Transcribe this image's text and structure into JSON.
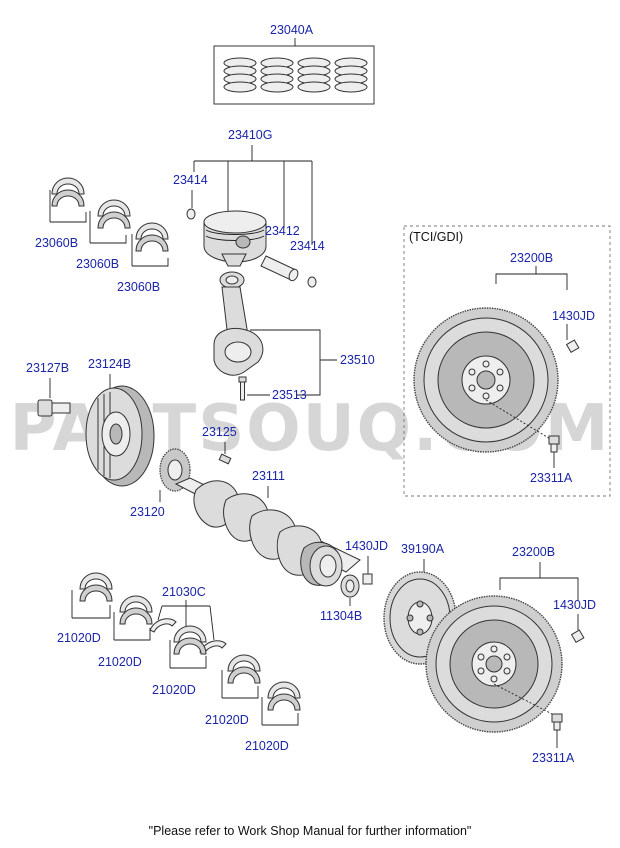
{
  "watermark": "PARTSOUQ.COM",
  "variant_box_label": "(TCI/GDI)",
  "footer_note": "\"Please refer to Work Shop Manual for further information\"",
  "parts": {
    "piston_ring_set": "23040A",
    "piston_assy": "23410G",
    "piston_pin_snap_ring_left": "23414",
    "piston_pin": "23412",
    "piston_pin_snap_ring_right": "23414",
    "conrod_bearing_1": "23060B",
    "conrod_bearing_2": "23060B",
    "conrod_bearing_3": "23060B",
    "connecting_rod": "23510",
    "conrod_bolt": "23513",
    "pulley_bolt": "23127B",
    "damper_pulley": "23124B",
    "key": "23125",
    "crank_sprocket": "23120",
    "crankshaft": "23111",
    "spigot_bolt_1": "1430JD",
    "pilot_bearing": "11304B",
    "drive_plate": "39190A",
    "flywheel_tci": "23200B",
    "flywheel_tci_pin": "1430JD",
    "flywheel_tci_bolt": "23311A",
    "flywheel_main": "23200B",
    "flywheel_main_pin": "1430JD",
    "flywheel_main_bolt": "23311A",
    "thrust_washer": "21030C",
    "main_bearing_1": "21020D",
    "main_bearing_2": "21020D",
    "main_bearing_3": "21020D",
    "main_bearing_4": "21020D",
    "main_bearing_5": "21020D"
  }
}
